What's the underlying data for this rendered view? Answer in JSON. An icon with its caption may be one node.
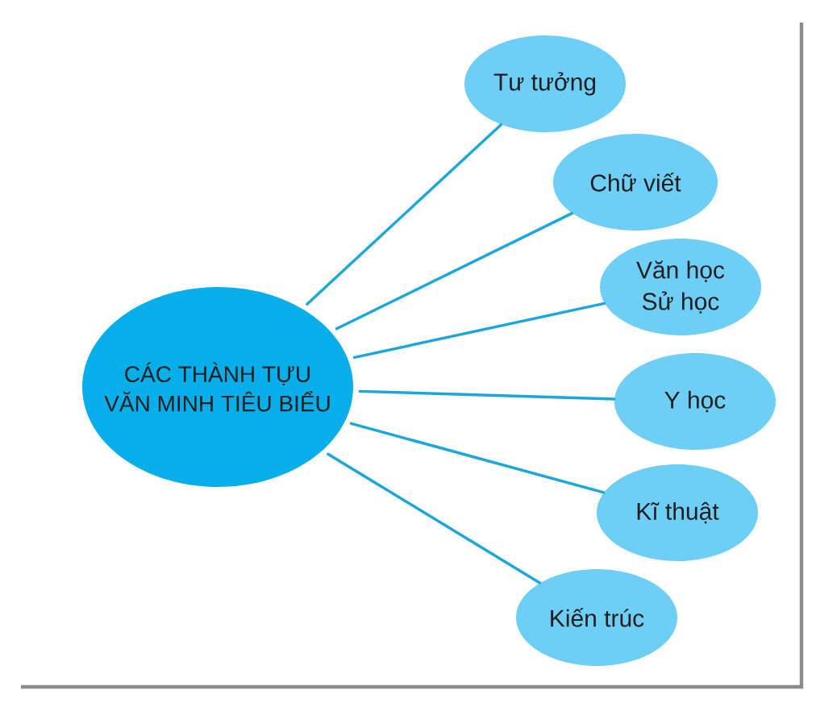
{
  "diagram": {
    "nodes": [
      {
        "text": [
          "CÁC THÀNH TỰU VĂN MINH TIÊU BIỂU"
        ]
      },
      {
        "text": [
          "Tư tưởng"
        ]
      },
      {
        "text": [
          "Chữ viết"
        ]
      },
      {
        "text": [
          "Văn học Sử học"
        ]
      },
      {
        "text": [
          "Y học"
        ]
      },
      {
        "text": [
          "Kĩ thuật"
        ]
      },
      {
        "text": [
          "Kiến trúc"
        ]
      }
    ],
    "edges": [
      {
        "from": 0,
        "to": 1,
        "arrow": "none"
      },
      {
        "from": 0,
        "to": 2,
        "arrow": "none"
      },
      {
        "from": 0,
        "to": 3,
        "arrow": "none"
      },
      {
        "from": 0,
        "to": 4,
        "arrow": "none"
      },
      {
        "from": 0,
        "to": 5,
        "arrow": "none"
      },
      {
        "from": 0,
        "to": 6,
        "arrow": "none"
      }
    ]
  }
}
